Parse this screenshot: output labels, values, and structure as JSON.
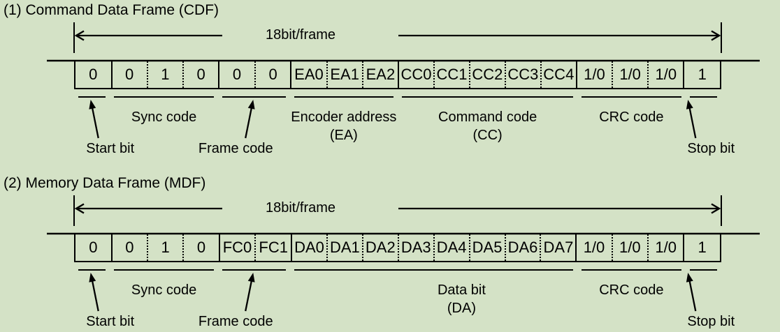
{
  "colors": {
    "background": "#d4e2c6",
    "ink": "#000000"
  },
  "frames": [
    {
      "title": "(1) Command Data Frame (CDF)",
      "span_label": "18bit/frame",
      "groups": [
        {
          "name": "start-bit",
          "cells": [
            "0"
          ],
          "label_lines": [
            "Start bit"
          ],
          "label_style": "pointer"
        },
        {
          "name": "sync-code",
          "cells": [
            "0",
            "1",
            "0"
          ],
          "label_lines": [
            "Sync code"
          ],
          "label_style": "under"
        },
        {
          "name": "frame-code",
          "cells": [
            "0",
            "0"
          ],
          "label_lines": [
            "Frame code"
          ],
          "label_style": "pointer"
        },
        {
          "name": "encoder-address",
          "cells": [
            "EA0",
            "EA1",
            "EA2"
          ],
          "label_lines": [
            "Encoder address",
            "(EA)"
          ],
          "label_style": "under"
        },
        {
          "name": "command-code",
          "cells": [
            "CC0",
            "CC1",
            "CC2",
            "CC3",
            "CC4"
          ],
          "label_lines": [
            "Command code",
            "(CC)"
          ],
          "label_style": "under"
        },
        {
          "name": "crc-code",
          "cells": [
            "1/0",
            "1/0",
            "1/0"
          ],
          "label_lines": [
            "CRC code"
          ],
          "label_style": "under"
        },
        {
          "name": "stop-bit",
          "cells": [
            "1"
          ],
          "label_lines": [
            "Stop bit"
          ],
          "label_style": "pointer"
        }
      ]
    },
    {
      "title": "(2) Memory Data Frame (MDF)",
      "span_label": "18bit/frame",
      "groups": [
        {
          "name": "start-bit",
          "cells": [
            "0"
          ],
          "label_lines": [
            "Start bit"
          ],
          "label_style": "pointer"
        },
        {
          "name": "sync-code",
          "cells": [
            "0",
            "1",
            "0"
          ],
          "label_lines": [
            "Sync code"
          ],
          "label_style": "under"
        },
        {
          "name": "frame-code",
          "cells": [
            "FC0",
            "FC1"
          ],
          "label_lines": [
            "Frame code"
          ],
          "label_style": "pointer"
        },
        {
          "name": "data-bit",
          "cells": [
            "DA0",
            "DA1",
            "DA2",
            "DA3",
            "DA4",
            "DA5",
            "DA6",
            "DA7"
          ],
          "label_lines": [
            "Data bit",
            "(DA)"
          ],
          "label_style": "under"
        },
        {
          "name": "crc-code",
          "cells": [
            "1/0",
            "1/0",
            "1/0"
          ],
          "label_lines": [
            "CRC code"
          ],
          "label_style": "under"
        },
        {
          "name": "stop-bit",
          "cells": [
            "1"
          ],
          "label_lines": [
            "Stop bit"
          ],
          "label_style": "pointer"
        }
      ]
    }
  ]
}
